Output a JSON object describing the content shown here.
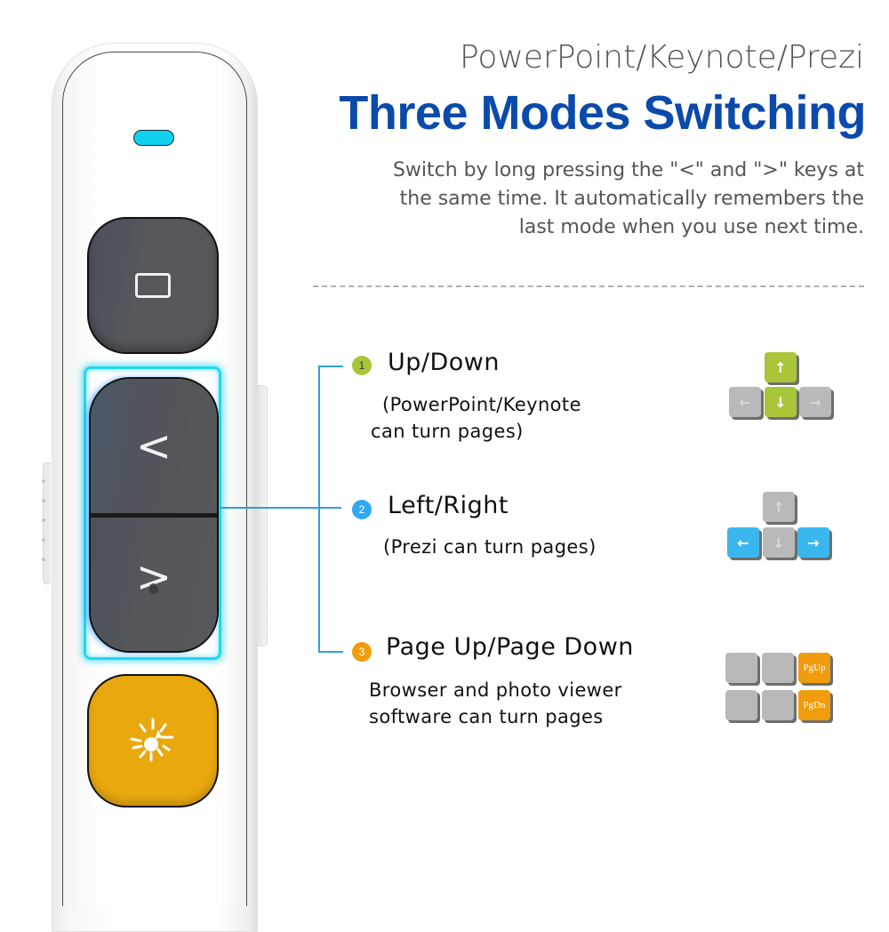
{
  "header": {
    "subtitle": "PowerPoint/Keynote/Prezi",
    "title": "Three Modes Switching",
    "description": "Switch by long pressing the \"<\" and \">\" keys at the same time. It automatically remembers the last mode when you use next time."
  },
  "device": {
    "led_color": "#11d0ef",
    "keys": {
      "blank": "blank-screen",
      "prev": "<",
      "next": ">",
      "laser": "laser-pointer"
    }
  },
  "modes": [
    {
      "number": "1",
      "color": "#a8c63a",
      "title": "Up/Down",
      "desc_line1": "(PowerPoint/Keynote",
      "desc_line2": "can turn pages)",
      "keys": {
        "up": "↑",
        "left": "←",
        "down": "↓",
        "right": "→"
      }
    },
    {
      "number": "2",
      "color": "#3bb7ef",
      "title": "Left/Right",
      "desc_line1": "(Prezi can turn pages)",
      "keys": {
        "up": "↑",
        "left": "←",
        "down": "↓",
        "right": "→"
      }
    },
    {
      "number": "3",
      "color": "#f09c0c",
      "title": "Page Up/Page Down",
      "desc_line1": "Browser and photo viewer",
      "desc_line2": "software can turn pages",
      "keys": {
        "pgup": "PgUp",
        "pgdn": "PgDn"
      }
    }
  ],
  "colors": {
    "title_blue": "#0a4aaa",
    "connector_blue": "#2f9ee0",
    "glow_cyan": "#22d6f2",
    "key_dark": "#555659",
    "key_orange": "#e8a80e"
  }
}
